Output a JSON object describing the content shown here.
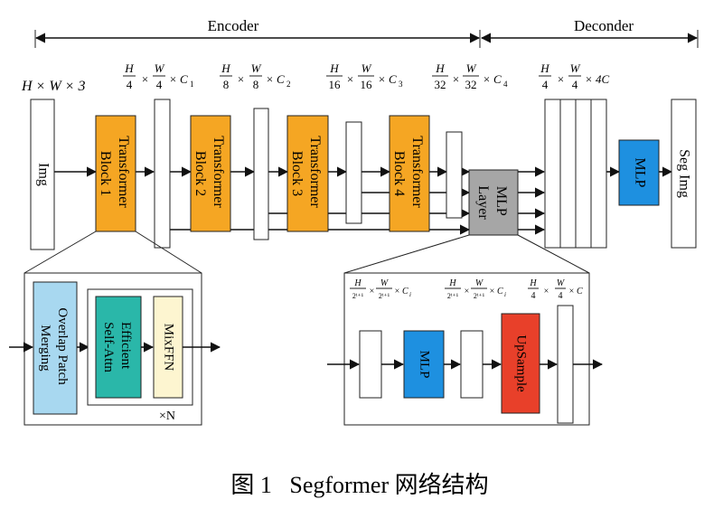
{
  "header": {
    "encoder_label": "Encoder",
    "decoder_label": "Deconder"
  },
  "dims": {
    "input": "H × W × 3",
    "stage1": {
      "num_h": "H",
      "den_h": "4",
      "num_w": "W",
      "den_w": "4",
      "ch": "C",
      "sub": "1"
    },
    "stage2": {
      "num_h": "H",
      "den_h": "8",
      "num_w": "W",
      "den_w": "8",
      "ch": "C",
      "sub": "2"
    },
    "stage3": {
      "num_h": "H",
      "den_h": "16",
      "num_w": "W",
      "den_w": "16",
      "ch": "C",
      "sub": "3"
    },
    "stage4": {
      "num_h": "H",
      "den_h": "32",
      "num_w": "W",
      "den_w": "32",
      "ch": "C",
      "sub": "4"
    },
    "decoder": {
      "num_h": "H",
      "den_h": "4",
      "num_w": "W",
      "den_w": "4",
      "ch": "4C"
    }
  },
  "blocks": {
    "img": "Img",
    "tb1": [
      "Transformer",
      "Block 1"
    ],
    "tb2": [
      "Transformer",
      "Block 2"
    ],
    "tb3": [
      "Transformer",
      "Block 3"
    ],
    "tb4": [
      "Transformer",
      "Block 4"
    ],
    "mlp_layer": [
      "MLP",
      "Layer"
    ],
    "mlp": "MLP",
    "seg_img": "Seg Img"
  },
  "detail_left": {
    "overlap": [
      "Overlap Patch",
      "Merging"
    ],
    "attn": [
      "Efficient",
      "Self-Attn"
    ],
    "mixffn": "MixFFN",
    "repeat": "×N"
  },
  "detail_right": {
    "dim1": {
      "num_h": "H",
      "den_h": "2ⁱ⁺¹",
      "num_w": "W",
      "den_w": "2ⁱ⁺¹",
      "ch": "C",
      "sub": "i"
    },
    "dim2": {
      "num_h": "H",
      "den_h": "2ⁱ⁺¹",
      "num_w": "W",
      "den_w": "2ⁱ⁺¹",
      "ch": "C",
      "sub": "i"
    },
    "dim3": {
      "num_h": "H",
      "den_h": "4",
      "num_w": "W",
      "den_w": "4",
      "ch": "C"
    },
    "mlp": "MLP",
    "upsample": "UpSample"
  },
  "caption": "图 1   Segformer 网络结构",
  "colors": {
    "transformer": "#f5a623",
    "mlp_layer": "#a6a6a6",
    "mlp": "#1e90e0",
    "overlap": "#a8d8f0",
    "attn": "#2ab7a9",
    "mixffn": "#fdf5d0",
    "upsample": "#e8402a"
  }
}
